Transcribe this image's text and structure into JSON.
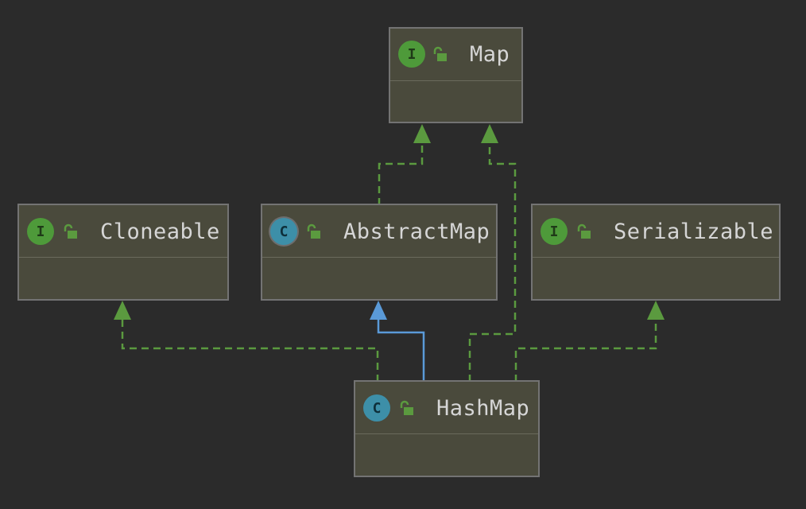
{
  "diagram": {
    "colors": {
      "background": "#2b2b2b",
      "node_fill": "#4a4a3c",
      "node_border": "#737373",
      "title_text": "#d6d6d6",
      "implements_edge": "#5b9a3f",
      "extends_edge": "#5a9ad8",
      "interface_icon": "#4e9a3a",
      "class_icon": "#3d8fa8"
    },
    "nodes": {
      "map": {
        "name": "Map",
        "kind": "interface",
        "kind_glyph": "I",
        "icon": "interface-icon"
      },
      "cloneable": {
        "name": "Cloneable",
        "kind": "interface",
        "kind_glyph": "I",
        "icon": "interface-icon"
      },
      "abstract_map": {
        "name": "AbstractMap",
        "kind": "abstract-class",
        "kind_glyph": "C",
        "icon": "abstract-class-icon"
      },
      "serializable": {
        "name": "Serializable",
        "kind": "interface",
        "kind_glyph": "I",
        "icon": "interface-icon"
      },
      "hash_map": {
        "name": "HashMap",
        "kind": "class",
        "kind_glyph": "C",
        "icon": "class-icon"
      }
    },
    "edges": [
      {
        "from": "abstract_map",
        "to": "map",
        "type": "implements",
        "style": "dashed"
      },
      {
        "from": "hash_map",
        "to": "map",
        "type": "implements",
        "style": "dashed"
      },
      {
        "from": "hash_map",
        "to": "cloneable",
        "type": "implements",
        "style": "dashed"
      },
      {
        "from": "hash_map",
        "to": "abstract_map",
        "type": "extends",
        "style": "solid"
      },
      {
        "from": "hash_map",
        "to": "serializable",
        "type": "implements",
        "style": "dashed"
      }
    ]
  }
}
